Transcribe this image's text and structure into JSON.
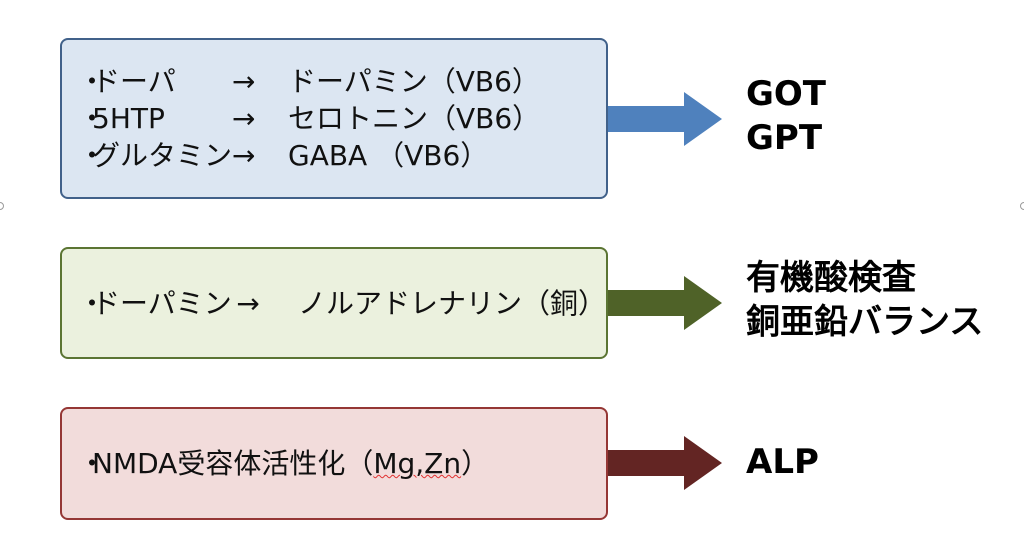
{
  "boxes": [
    {
      "rows": [
        {
          "bullet": "・",
          "src": "ドーパ",
          "arrow": "→",
          "dst": "ドーパミン（VB6）"
        },
        {
          "bullet": "・",
          "src": "5HTP",
          "arrow": "→",
          "dst": "セロトニン（VB6）"
        },
        {
          "bullet": "・",
          "src": "グルタミン",
          "arrow": "→",
          "dst": "GABA （VB6）"
        }
      ],
      "label_lines": [
        "GOT",
        "GPT"
      ]
    },
    {
      "rows": [
        {
          "bullet": "・",
          "src": "ドーパミン",
          "arrow": "→",
          "dst": "ノルアドレナリン（銅）"
        }
      ],
      "label_lines": [
        "有機酸検査",
        "銅亜鉛バランス"
      ]
    },
    {
      "rows": [
        {
          "bullet": "・",
          "prefix": "NMDA受容体活性化（",
          "marked": "Mg,Zn",
          "suffix": "）"
        }
      ],
      "label_lines": [
        "ALP"
      ]
    }
  ],
  "colors": {
    "arrow_blue": "#4f81bd",
    "arrow_green": "#4f6228",
    "arrow_red": "#632523"
  }
}
